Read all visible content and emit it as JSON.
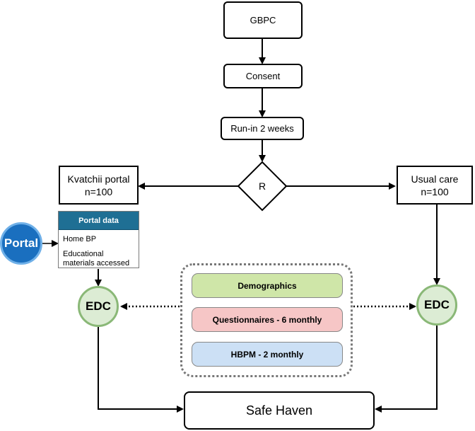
{
  "nodes": {
    "gbpc": "GBPC",
    "consent": "Consent",
    "run_in": "Run-in 2 weeks",
    "randomise": "R",
    "kvatchii_portal": {
      "line1": "Kvatchii portal",
      "line2": "n=100"
    },
    "usual_care": {
      "line1": "Usual care",
      "line2": "n=100"
    },
    "portal": "Portal",
    "portal_data": {
      "header": "Portal data",
      "items": [
        "Home BP",
        "Educational materials accessed"
      ]
    },
    "edc_left": "EDC",
    "edc_right": "EDC",
    "data_collection": {
      "demographics": "Demographics",
      "questionnaires": "Questionnaires - 6 monthly",
      "hbpm": "HBPM - 2 monthly"
    },
    "safe_haven": "Safe Haven"
  },
  "colors": {
    "portal_header": "#1f6f94",
    "portal_circle": "#1a6fbf",
    "edc_fill": "#dcecd4",
    "edc_border": "#8ab877",
    "demographics_fill": "#cfe6a8",
    "questionnaires_fill": "#f6c6c6",
    "hbpm_fill": "#cce0f5"
  }
}
